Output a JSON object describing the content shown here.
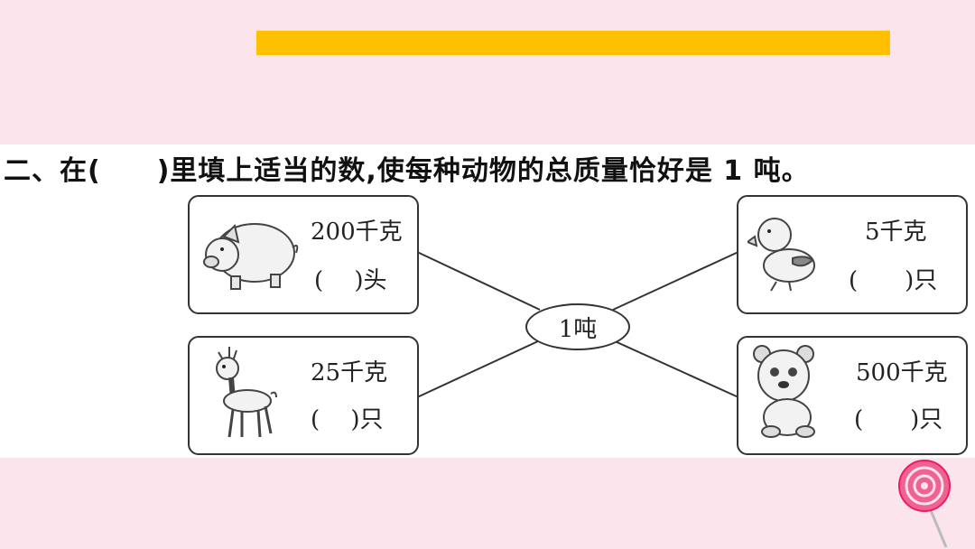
{
  "question": "二、在(　　)里填上适当的数,使每种动物的总质量恰好是 1 吨。",
  "center_label": "1吨",
  "animals": [
    {
      "icon": "pig-icon",
      "weight": "200千克",
      "blank": "(　 )头"
    },
    {
      "icon": "duck-icon",
      "weight": "5千克",
      "blank": "(　　)只"
    },
    {
      "icon": "deer-icon",
      "weight": "25千克",
      "blank": "(　 )只"
    },
    {
      "icon": "bear-icon",
      "weight": "500千克",
      "blank": "(　　)只"
    }
  ],
  "colors": {
    "background": "#fce4ec",
    "title_bar": "#ffc000",
    "panel": "#ffffff"
  }
}
